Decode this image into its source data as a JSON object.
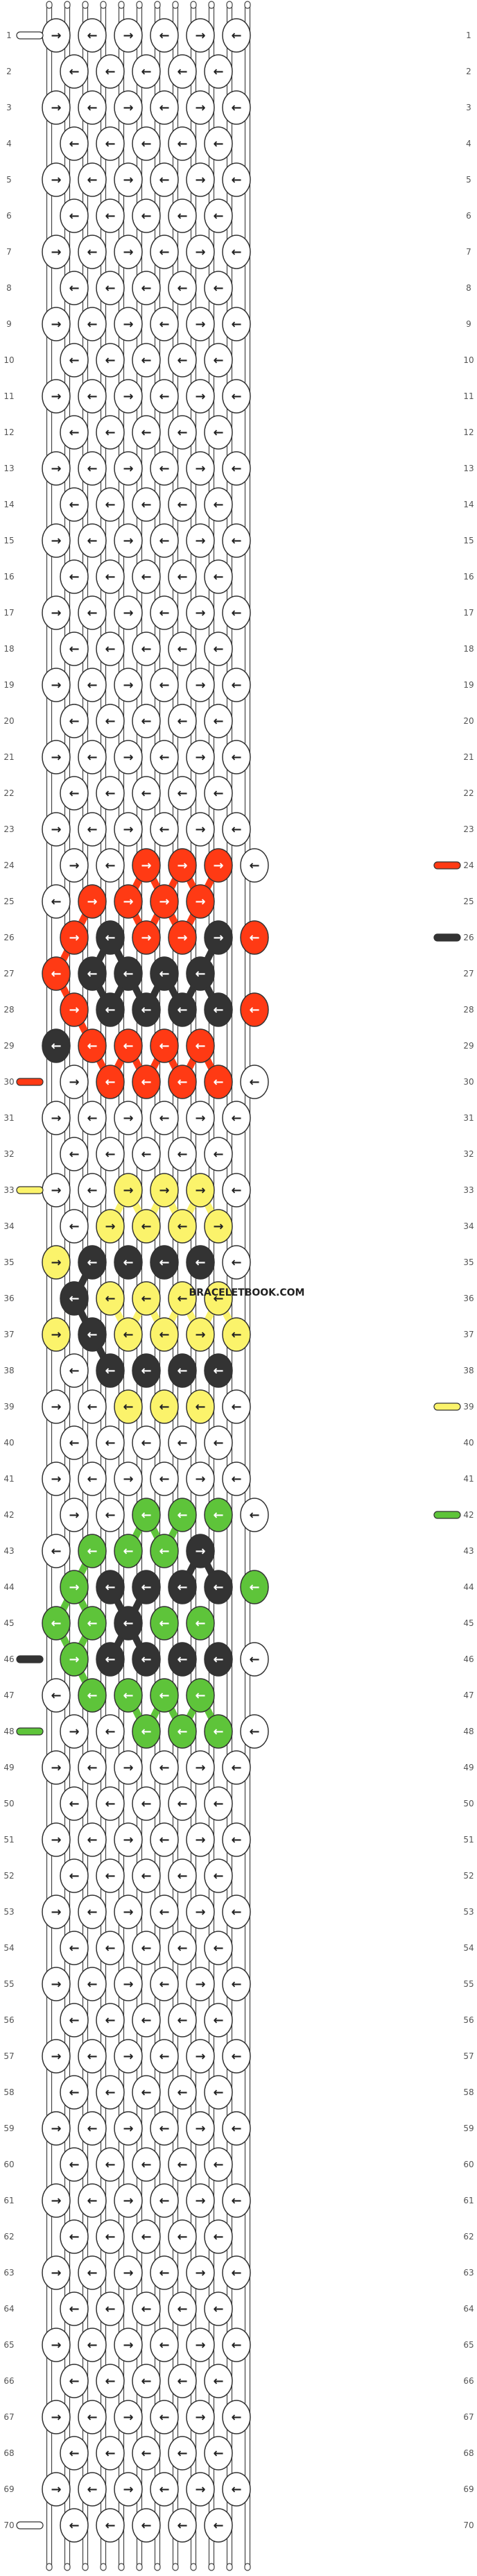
{
  "watermark": "BRACELETBOOK.COM",
  "pattern": {
    "row_count": 70,
    "strand_count": 12,
    "knots_per_odd_row": 6,
    "knots_per_even_row": 5,
    "colors": {
      "W": "#ffffff",
      "R": "#ff3a14",
      "K": "#333333",
      "Y": "#fbf36b",
      "G": "#5ec43a"
    },
    "color_names": {
      "W": "white",
      "R": "red",
      "K": "black",
      "Y": "yellow",
      "G": "green"
    },
    "default_arrows_odd": "RLRLRL",
    "default_arrows_even": "LLLLL",
    "special_rows": [
      {
        "row": 24,
        "colors": "WWRRRW",
        "arrows": "RLRRRL"
      },
      {
        "row": 25,
        "colors": "WRRRR",
        "arrows": "LRRRR"
      },
      {
        "row": 26,
        "colors": "RKRRKR",
        "arrows": "RLRRRL"
      },
      {
        "row": 27,
        "colors": "RKKKK",
        "arrows": "LLLLL"
      },
      {
        "row": 28,
        "colors": "RKKKKR",
        "arrows": "RLLLLL"
      },
      {
        "row": 29,
        "colors": "KRRRR",
        "arrows": "LLLLL"
      },
      {
        "row": 30,
        "colors": "WRRRRW",
        "arrows": "RLLLLL"
      },
      {
        "row": 33,
        "colors": "WWYYYW",
        "arrows": "RLRRRL"
      },
      {
        "row": 34,
        "colors": "WYYYY",
        "arrows": "LRLLR"
      },
      {
        "row": 35,
        "colors": "YKKKKW",
        "arrows": "RLLLLL"
      },
      {
        "row": 36,
        "colors": "KYYYY",
        "arrows": "LLLLL"
      },
      {
        "row": 37,
        "colors": "YKYYYY",
        "arrows": "RLLLRL"
      },
      {
        "row": 38,
        "colors": "WKKKK",
        "arrows": "LLLLL"
      },
      {
        "row": 39,
        "colors": "WWYYYW",
        "arrows": "RLLLLL"
      },
      {
        "row": 42,
        "colors": "WWGGGW",
        "arrows": "RLLLLL"
      },
      {
        "row": 43,
        "colors": "WGGGK",
        "arrows": "LLLLR"
      },
      {
        "row": 44,
        "colors": "GKKKKG",
        "arrows": "RLLLLL"
      },
      {
        "row": 45,
        "colors": "GGKGG",
        "arrows": "LLLLL"
      },
      {
        "row": 46,
        "colors": "GKKKKW",
        "arrows": "RLLLLL"
      },
      {
        "row": 47,
        "colors": "WGGGG",
        "arrows": "LLLLL"
      },
      {
        "row": 48,
        "colors": "WWGGGW",
        "arrows": "RLLLLL"
      }
    ],
    "left_color_marks": [
      {
        "row": 1,
        "color": "W"
      },
      {
        "row": 30,
        "color": "R"
      },
      {
        "row": 33,
        "color": "Y"
      },
      {
        "row": 46,
        "color": "K"
      },
      {
        "row": 48,
        "color": "G"
      },
      {
        "row": 70,
        "color": "W"
      }
    ],
    "right_color_marks": [
      {
        "row": 24,
        "color": "R"
      },
      {
        "row": 26,
        "color": "K"
      },
      {
        "row": 39,
        "color": "Y"
      },
      {
        "row": 42,
        "color": "G"
      }
    ]
  }
}
